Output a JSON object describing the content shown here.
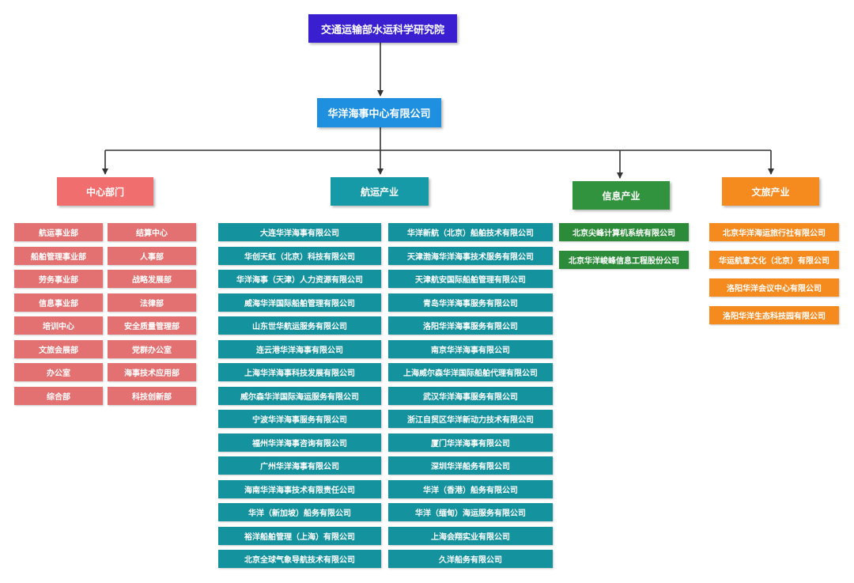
{
  "root": {
    "title": "交通运输部水运科学研究院"
  },
  "center": {
    "title": "华洋海事中心有限公司"
  },
  "branches": [
    {
      "label": "中心部门",
      "color": "#f06e6e",
      "items": [
        "航运事业部",
        "船舶管理事业部",
        "劳务事业部",
        "信息事业部",
        "培训中心",
        "文旅会展部",
        "办公室",
        "综合部",
        "结算中心",
        "人事部",
        "战略发展部",
        "法律部",
        "安全质量管理部",
        "党群办公室",
        "海事技术应用部",
        "科技创新部"
      ]
    },
    {
      "label": "航运产业",
      "color": "#179aa8",
      "items": [
        "大连华洋海事有限公司",
        "华创天虹（北京）科技有限公司",
        "华洋海事（天津）人力资源有限公司",
        "威海华洋国际船舶管理有限公司",
        "山东世华航运服务有限公司",
        "连云港华洋海事有限公司",
        "上海华洋海事科技发展有限公司",
        "威尔森华洋国际海运服务有限公司",
        "宁波华洋海事服务有限公司",
        "福州华洋海事咨询有限公司",
        "广州华洋海事有限公司",
        "海南华洋海事技术有限责任公司",
        "华洋（新加坡）船务有限公司",
        "裕洋船舶管理（上海）有限公司",
        "北京全球气象导航技术有限公司",
        "华洋新航（北京）船舶技术有限公司",
        "天津渤海华洋海事技术服务有限公司",
        "天津航安国际船舶管理有限公司",
        "青岛华洋海事服务有限公司",
        "洛阳华洋海事服务有限公司",
        "南京华洋海事有限公司",
        "上海威尔森华洋国际船舶代理有限公司",
        "武汉华洋海事服务有限公司",
        "浙江自贸区华洋新动力技术有限公司",
        "厦门华洋海事有限公司",
        "深圳华洋船务有限公司",
        "华洋（香港）船务有限公司",
        "华洋（缅甸）海运服务有限公司",
        "上海会翔实业有限公司",
        "久洋船务有限公司"
      ]
    },
    {
      "label": "信息产业",
      "color": "#32933e",
      "items": [
        "北京尖峰计算机系统有限公司",
        "北京华洋峻峰信息工程股份公司"
      ]
    },
    {
      "label": "文旅产业",
      "color": "#f58a1e",
      "items": [
        "北京华洋海运旅行社有限公司",
        "华运航意文化（北京）有限公司",
        "洛阳华洋会议中心有限公司",
        "洛阳华洋生态科技园有限公司"
      ]
    }
  ]
}
